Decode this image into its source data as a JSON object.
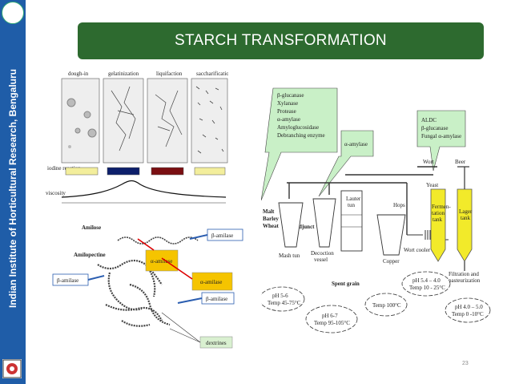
{
  "sidebar": {
    "institute": "Indian Institute of Horticultural Research, Bengaluru"
  },
  "slide": {
    "title": "STARCH TRANSFORMATION",
    "page_number": "23"
  },
  "gelatinization": {
    "stages": [
      "dough-in",
      "gelatinization",
      "liquifaction",
      "saccharification"
    ],
    "swatch_colors": [
      "#f3ee9c",
      "#0d1f6b",
      "#7a0f12",
      "#f3ee9c"
    ],
    "row_labels": [
      "iodine reaction",
      "viscosity"
    ]
  },
  "amylase": {
    "amilose": "Amilose",
    "amilopectine": "Amilopectine",
    "beta_top": "β-amilase",
    "alpha_center": "α-amilase",
    "beta_left": "β-amilase",
    "alpha_right": "α-amilase",
    "beta_right": "β-amilase",
    "dextrines": "dextrines"
  },
  "brewing": {
    "enzymes_left": [
      "β-glucanase",
      "Xylanase",
      "Protease",
      "α-amylase",
      "Amyloglucosidase",
      "Debranching enzyme"
    ],
    "enzyme_alpha": "α-amylase",
    "enzymes_right": [
      "ALDC",
      "β-glucanase",
      "Fungal α-amylase"
    ],
    "inputs": [
      "Malt",
      "Barley",
      "Wheat"
    ],
    "adjunct": "Adjunct",
    "mash_tun": "Mash tun",
    "decoction_vessel": [
      "Decoction",
      "vessel"
    ],
    "lauter_tun": [
      "Lauter",
      "tun"
    ],
    "hops": "Hops",
    "copper": "Copper",
    "wort_cooler": "Wort cooler",
    "wort": "Wort",
    "yeast": "Yeast",
    "fermentation_tank": [
      "Fermen-",
      "tation",
      "tank"
    ],
    "beer": "Beer",
    "lager_tank": [
      "Lager",
      "tank"
    ],
    "spent_grain": "Spent grain",
    "filtration": [
      "Filtration and",
      "pasteurization"
    ],
    "clouds": [
      [
        "pH 5-6",
        "Temp 45-75°C"
      ],
      [
        "pH 6-7",
        "Temp 95-105°C"
      ],
      [
        "Temp 100°C"
      ],
      [
        "pH 5.4 – 4.0",
        "Temp 10 - 25°C"
      ],
      [
        "pH 4.0 – 5.0",
        "Temp 0 -10°C"
      ]
    ]
  }
}
